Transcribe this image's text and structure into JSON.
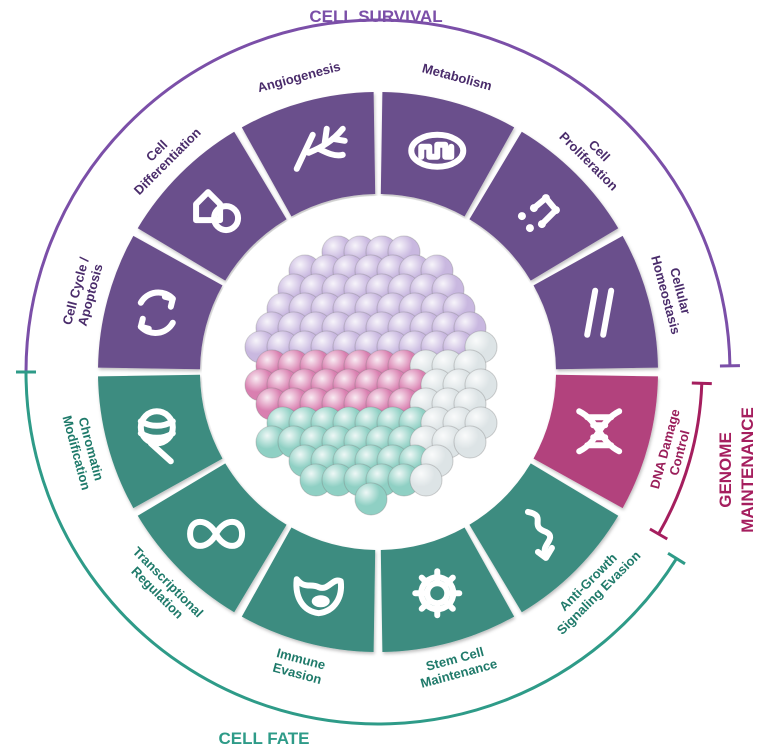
{
  "colors": {
    "survival": "#6b4f8c",
    "survival_line": "#7b4fa8",
    "fate": "#3d8c80",
    "fate_line": "#2e9b88",
    "genome": "#b2437d",
    "genome_line": "#a51e5e",
    "ring_bg": "#ffffff",
    "purple_text": "#4a2c6b",
    "teal_text": "#1f7a6a",
    "magenta_text": "#9a1e5a",
    "cell_purple": "#c9b8e0",
    "cell_pink": "#d97fb0",
    "cell_teal": "#8fd0c4",
    "cell_grey": "#dde4e6",
    "cell_yellow": "#d8c877"
  },
  "sections": {
    "survival": "CELL SURVIVAL",
    "genome_line1": "GENOME",
    "genome_line2": "MAINTENANCE",
    "fate": "CELL FATE"
  },
  "segments": [
    {
      "id": "cell-cycle-apoptosis",
      "lines": [
        "Cell Cycle /",
        "Apoptosis"
      ],
      "group": "survival",
      "icon": "cycle-arrows-icon"
    },
    {
      "id": "cell-differentiation",
      "lines": [
        "Cell",
        "Differentiation"
      ],
      "group": "survival",
      "icon": "shapes-icon"
    },
    {
      "id": "angiogenesis",
      "lines": [
        "Angiogenesis"
      ],
      "group": "survival",
      "icon": "branching-vessel-icon"
    },
    {
      "id": "metabolism",
      "lines": [
        "Metabolism"
      ],
      "group": "survival",
      "icon": "mitochondrion-icon"
    },
    {
      "id": "cell-proliferation",
      "lines": [
        "Cell",
        "Proliferation"
      ],
      "group": "survival",
      "icon": "dots-network-icon"
    },
    {
      "id": "cellular-homeostasis",
      "lines": [
        "Cellular",
        "Homeostasis"
      ],
      "group": "survival",
      "icon": "parallel-lines-icon"
    },
    {
      "id": "dna-damage-control",
      "lines": [
        "DNA Damage",
        "Control"
      ],
      "group": "genome",
      "icon": "dna-helix-icon"
    },
    {
      "id": "anti-growth-signaling-evasion",
      "lines": [
        "Anti-Growth",
        "Signaling Evasion"
      ],
      "group": "fate",
      "icon": "squiggle-arrow-icon"
    },
    {
      "id": "stem-cell-maintenance",
      "lines": [
        "Stem Cell",
        "Maintenance"
      ],
      "group": "fate",
      "icon": "gear-icon"
    },
    {
      "id": "immune-evasion",
      "lines": [
        "Immune",
        "Evasion"
      ],
      "group": "fate",
      "icon": "immune-cell-icon"
    },
    {
      "id": "transcriptional-regulation",
      "lines": [
        "Transcriptional",
        "Regulation"
      ],
      "group": "fate",
      "icon": "infinity-icon"
    },
    {
      "id": "chromatin-modification",
      "lines": [
        "Chromatin",
        "Modification"
      ],
      "group": "fate",
      "icon": "chromatin-icon"
    }
  ]
}
